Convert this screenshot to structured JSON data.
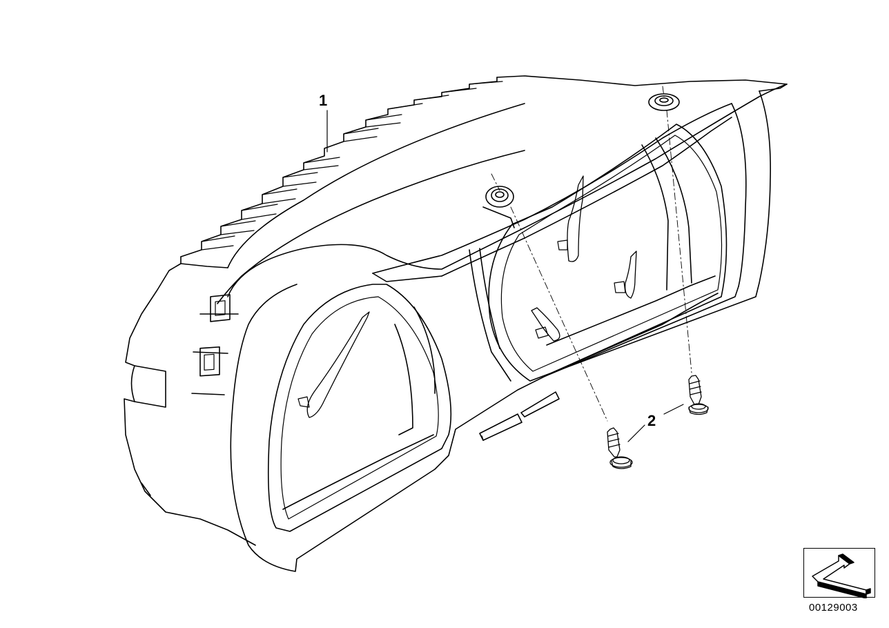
{
  "callouts": {
    "part_1": "1",
    "part_2": "2"
  },
  "diagram_id": "00129003",
  "colors": {
    "line": "#000000",
    "background": "#ffffff"
  },
  "icons": {
    "orientation": "orientation-arrow-icon"
  }
}
